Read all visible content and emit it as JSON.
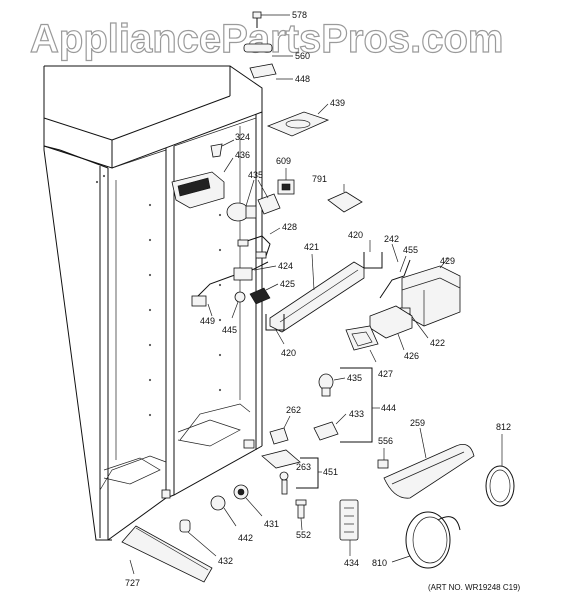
{
  "watermark": "AppliancePartsPros.com",
  "art_number": "(ART NO. WR19248 C19)",
  "parts": {
    "p578": "578",
    "p560": "560",
    "p448": "448",
    "p439": "439",
    "p324": "324",
    "p436": "436",
    "p609": "609",
    "p435a": "435",
    "p791": "791",
    "p428": "428",
    "p421": "421",
    "p420a": "420",
    "p242": "242",
    "p455": "455",
    "p429": "429",
    "p424": "424",
    "p425": "425",
    "p449": "449",
    "p445": "445",
    "p420b": "420",
    "p422": "422",
    "p426": "426",
    "p427": "427",
    "p435b": "435",
    "p444": "444",
    "p433": "433",
    "p262": "262",
    "p263": "263",
    "p451": "451",
    "p556": "556",
    "p259": "259",
    "p812": "812",
    "p431": "431",
    "p442": "442",
    "p552": "552",
    "p432": "432",
    "p434": "434",
    "p810": "810",
    "p727": "727"
  }
}
